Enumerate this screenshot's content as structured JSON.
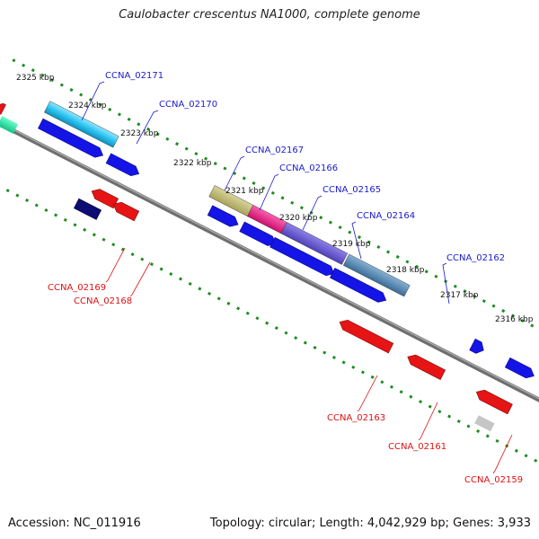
{
  "title": "Caulobacter crescentus NA1000, complete genome",
  "footer": {
    "accession": "Accession: NC_011916",
    "summary": "Topology: circular; Length: 4,042,929 bp; Genes: 3,933"
  },
  "kbp_labels": [
    "2325 kbp",
    "2324 kbp",
    "2323 kbp",
    "2322 kbp",
    "2321 kbp",
    "2320 kbp",
    "2319 kbp",
    "2318 kbp",
    "2317 kbp",
    "2316 kbp"
  ],
  "genes_forward": [
    "CCNA_02171",
    "CCNA_02170",
    "CCNA_02167",
    "CCNA_02166",
    "CCNA_02165",
    "CCNA_02164",
    "CCNA_02162"
  ],
  "genes_reverse": [
    "CCNA_02169",
    "CCNA_02168",
    "CCNA_02163",
    "CCNA_02161",
    "CCNA_02159"
  ],
  "colors": {
    "forward_label": "#1a1acc",
    "reverse_label": "#dd1111",
    "forward_cds": "#1414e6",
    "reverse_cds": "#e61414",
    "backbone": "#7a7a7a",
    "tick": "#1e8c1e"
  }
}
